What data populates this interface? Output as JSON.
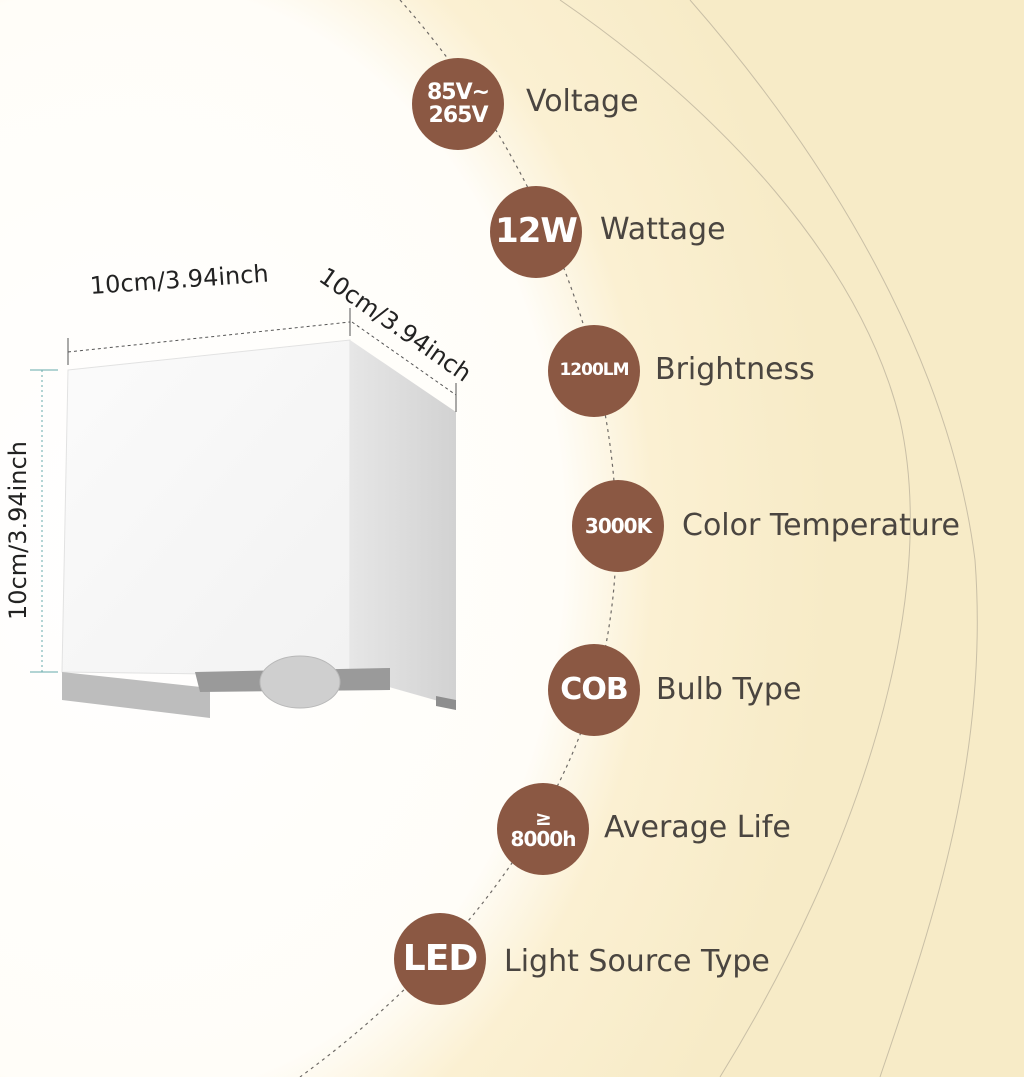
{
  "colors": {
    "badge_fill": "#8b5843",
    "badge_text": "#ffffff",
    "label_text": "#4a4540",
    "background_warm": "#f7ebc7",
    "background_light": "#ffffff"
  },
  "product": {
    "name": "cube wall light",
    "dimensions": {
      "width": "10cm/3.94inch",
      "depth": "10cm/3.94inch",
      "height": "10cm/3.94inch"
    }
  },
  "specs": [
    {
      "badge_line1": "85V~",
      "badge_line2": "265V",
      "label": "Voltage"
    },
    {
      "badge_line1": "12W",
      "badge_line2": "",
      "label": "Wattage"
    },
    {
      "badge_line1": "1200LM",
      "badge_line2": "",
      "label": "Brightness"
    },
    {
      "badge_line1": "3000K",
      "badge_line2": "",
      "label": "Color Temperature"
    },
    {
      "badge_line1": "COB",
      "badge_line2": "",
      "label": "Bulb Type"
    },
    {
      "badge_line1": "≥",
      "badge_line2": "8000h",
      "label": "Average Life"
    },
    {
      "badge_line1": "LED",
      "badge_line2": "",
      "label": "Light Source Type"
    }
  ]
}
